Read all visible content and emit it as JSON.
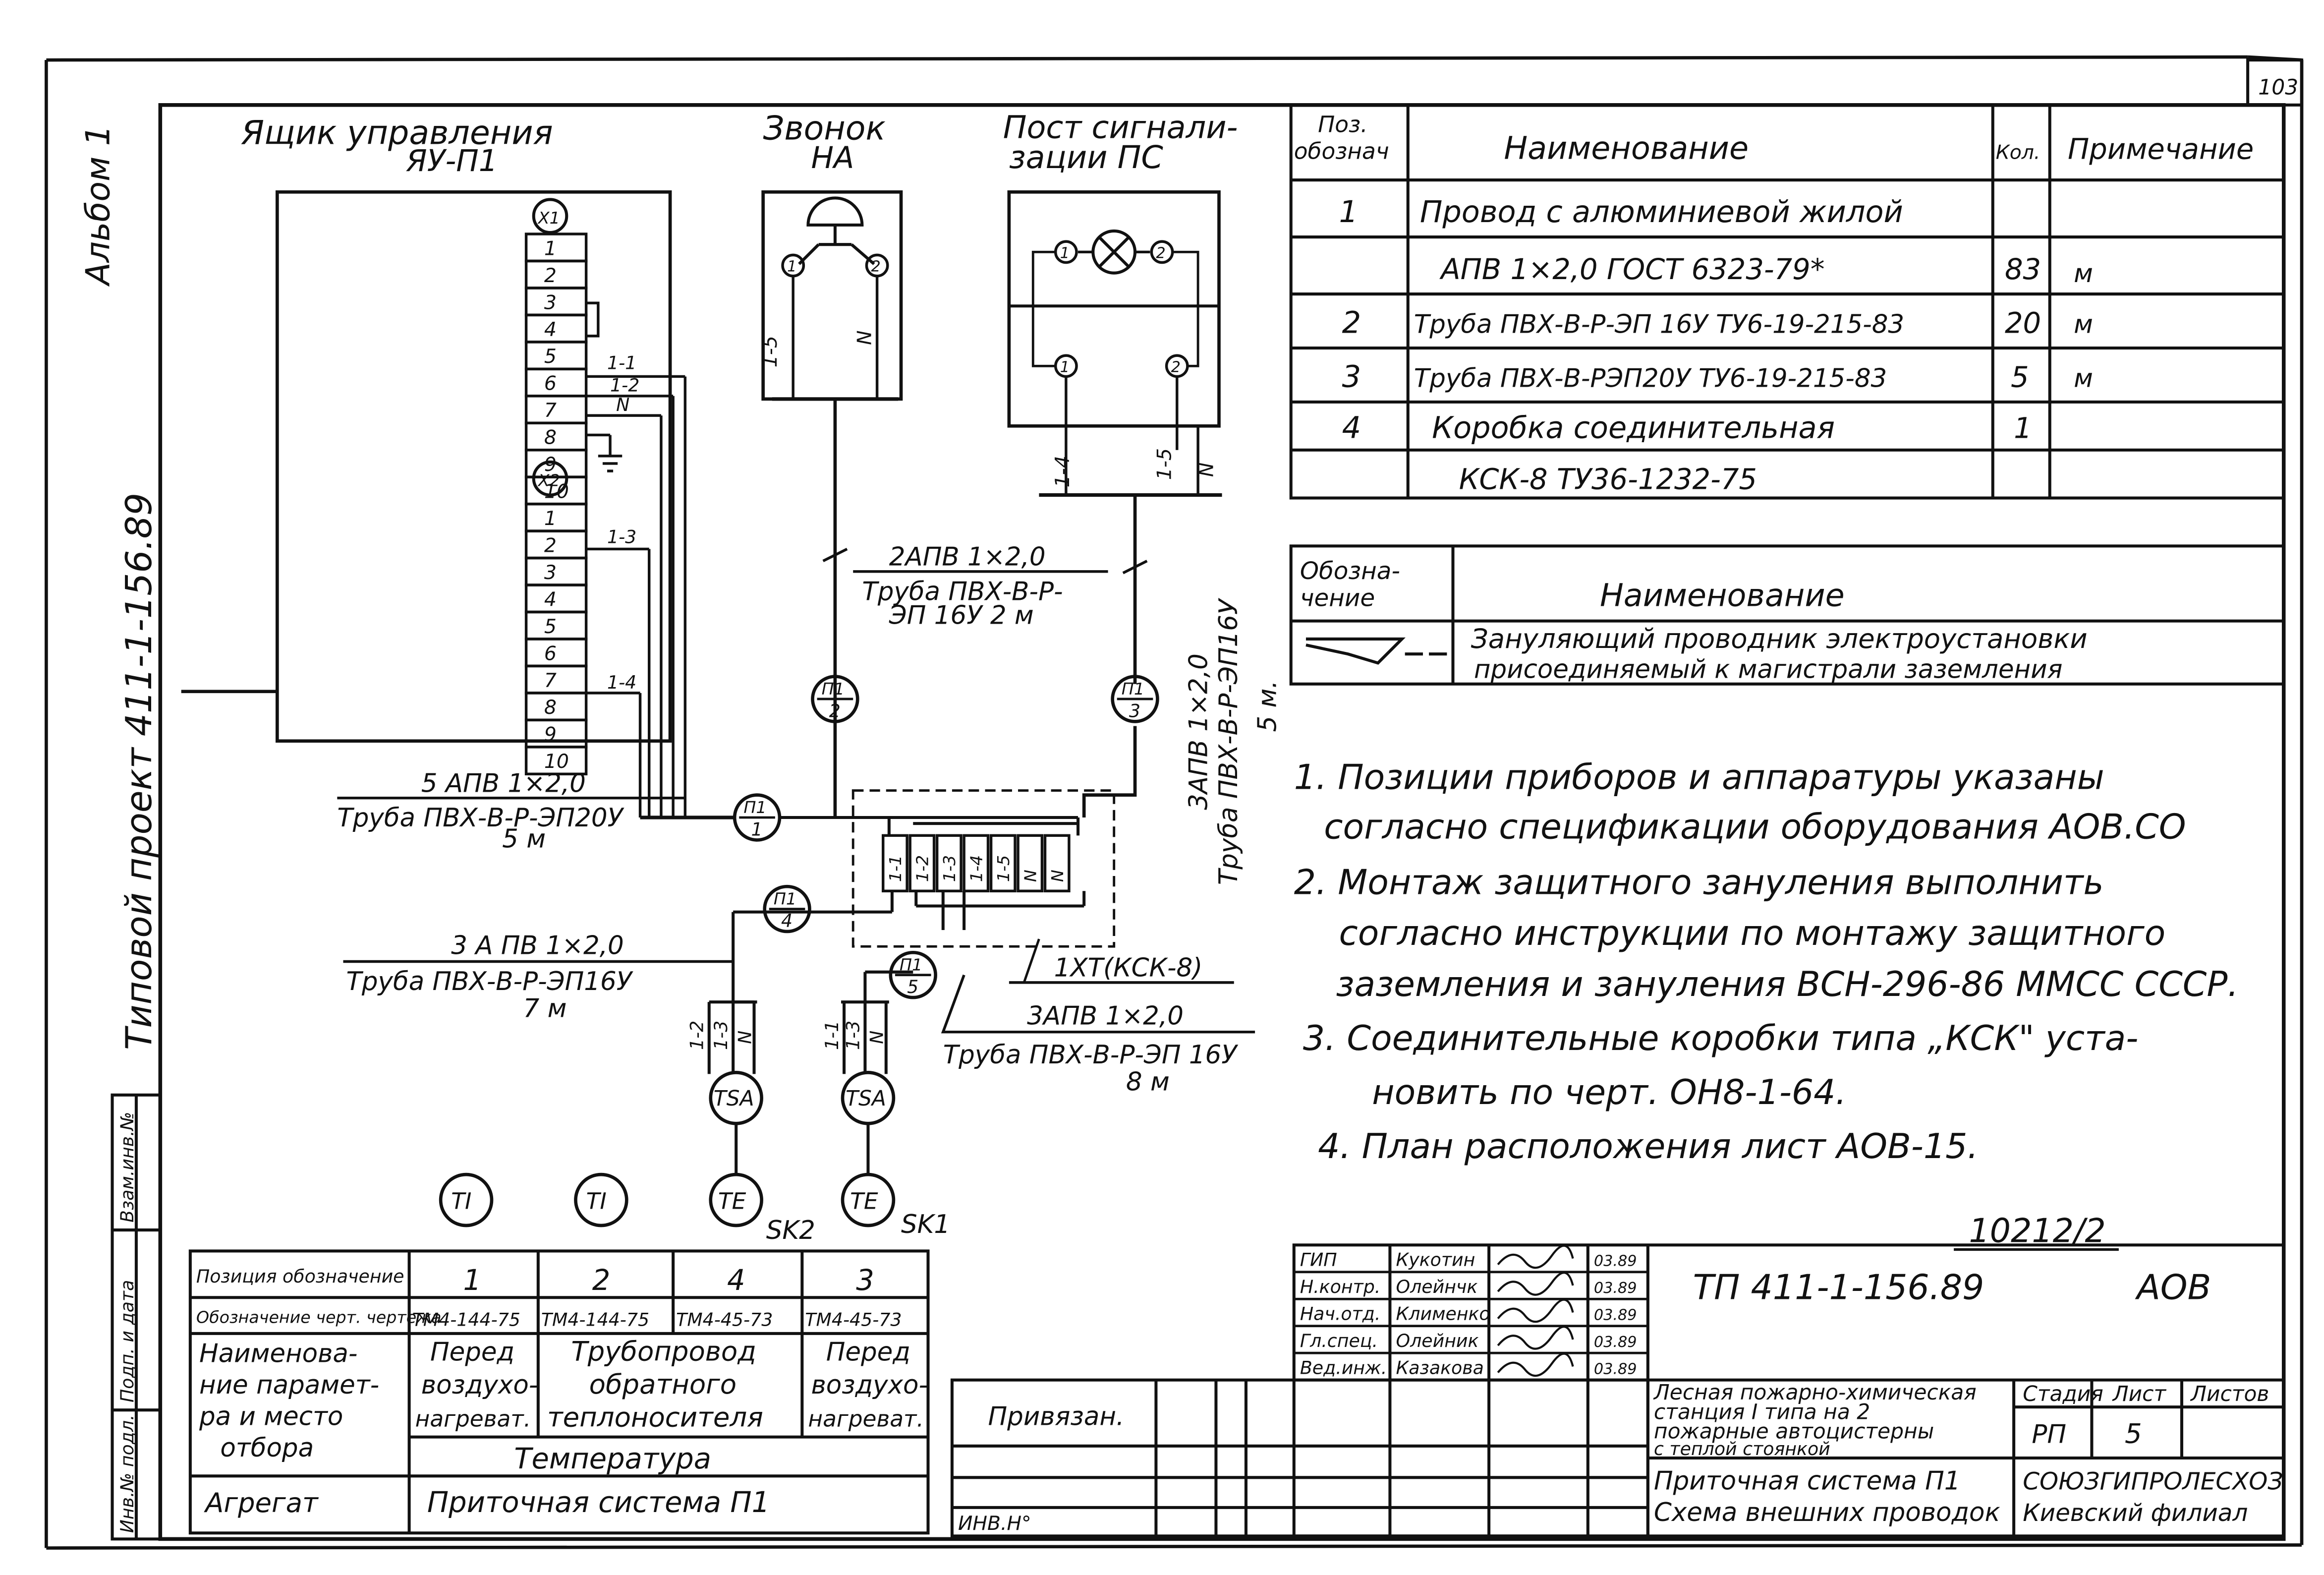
{
  "sheet": {
    "album": "Альбом 1",
    "project": "Типовой проект 411-1-156.89",
    "page_number": "103",
    "inventory_number": "10212/2"
  },
  "side_stamp": {
    "col1": "Взам.инв.№",
    "col2": "Подп. и дата",
    "col3": "Инв.№ подл."
  },
  "devices": {
    "control_box_title": "Ящик управления",
    "control_box_id": "ЯУ-П1",
    "bell_title": "Звонок",
    "bell_id": "НА",
    "signal_post_title_1": "Пост сигнали-",
    "signal_post_title_2": "зации ПС",
    "terminal_x1": "X1",
    "terminal_x2": "X2",
    "x1_terminals": [
      "1",
      "2",
      "3",
      "4",
      "5",
      "6",
      "7",
      "8",
      "9",
      "10"
    ],
    "x2_terminals": [
      "1",
      "2",
      "3",
      "4",
      "5",
      "6",
      "7",
      "8",
      "9",
      "10"
    ],
    "wire_1_2": "1-2",
    "wire_1_1": "1-1",
    "wire_n": "N",
    "wire_1_3": "1-3",
    "wire_1_4": "1-4",
    "wire_1_5": "1-5",
    "wire_l4": "1-4",
    "term_1": "1",
    "term_2": "2",
    "junction_terminals": [
      "1-1",
      "1-2",
      "1-3",
      "1-4",
      "1-5",
      "N",
      "N"
    ],
    "junction_label": "1ХТ(КСК-8)",
    "sensor_tsa": "TSA",
    "sensor_te": "TE",
    "sensor_ti": "TI",
    "sk2": "SK2",
    "sk1": "SK1",
    "conduit_p1_num": "П1",
    "conduits": [
      "1",
      "2",
      "3",
      "4",
      "5"
    ],
    "lead_1_2": "1-2",
    "lead_1_3": "1-3",
    "lead_1_1": "1-1",
    "lead_n": "N"
  },
  "cables": {
    "c2_line1": "2АПВ 1×2,0",
    "c2_line2": "Труба ПВХ-В-Р-",
    "c2_line3": "ЭП 16У  2 м",
    "c3_line1": "3АПВ 1×2,0",
    "c3_line2": "Труба ПВХ-В-Р-ЭП16У",
    "c3_line3": "5 м.",
    "c1_line1": "5 АПВ 1×2,0",
    "c1_line2": "Труба ПВХ-В-Р-ЭП20У",
    "c1_line3": "5 м",
    "c4_line1": "3 А ПВ 1×2,0",
    "c4_line2": "Труба ПВХ-В-Р-ЭП16У",
    "c4_line3": "7 м",
    "c5_line1": "3АПВ 1×2,0",
    "c5_line2": "Труба ПВХ-В-Р-ЭП 16У",
    "c5_line3": "8 м"
  },
  "spec_table": {
    "headers": [
      "Поз. обознач.",
      "Наименование",
      "Кол.",
      "Примечание"
    ],
    "rows": [
      {
        "pos": "1",
        "name": "Провод с алюминиевой жилой",
        "qty": "",
        "note": ""
      },
      {
        "pos": "",
        "name": "АПВ 1×2,0    ГОСТ 6323-79*",
        "qty": "83",
        "note": "м"
      },
      {
        "pos": "2",
        "name": "Труба ПВХ-В-Р-ЭП 16У ТУ6-19-215-83",
        "qty": "20",
        "note": "м"
      },
      {
        "pos": "3",
        "name": "Труба ПВХ-В-РЭП20У ТУ6-19-215-83",
        "qty": "5",
        "note": "м"
      },
      {
        "pos": "4",
        "name": "Коробка соединительная",
        "qty": "1",
        "note": ""
      },
      {
        "pos": "",
        "name": "КСК-8    ТУ36-1232-75",
        "qty": "",
        "note": ""
      }
    ]
  },
  "legend": {
    "header_symbol": "Обозна- чение",
    "header_name": "Наименование",
    "line1": "Зануляющий проводник электроустановки",
    "line2": "присоединяемый к магистрали заземления"
  },
  "notes": [
    "1. Позиции приборов и аппаратуры указаны",
    "согласно спецификации оборудования АОВ.СО",
    "2. Монтаж защитного зануления выполнить",
    "согласно инструкции по монтажу защитного",
    "заземления и зануления ВСН-296-86 ММСС СССР.",
    "3. Соединительные коробки типа „КСК\" уста-",
    "новить по черт. ОН8-1-64.",
    "4. План расположения лист АОВ-15."
  ],
  "point_table": {
    "row1_label": "Позиция обозначение",
    "row2_label": "Обозначение черт. чертежа",
    "row3_label": [
      "Наименова-",
      "ние парамет-",
      "ра и место",
      "отбора"
    ],
    "row5_label": "Агрегат",
    "positions": [
      "1",
      "2",
      "4",
      "3"
    ],
    "drawings": [
      "ТМ4-144-75",
      "ТМ4-144-75",
      "ТМ4-45-73",
      "ТМ4-45-73"
    ],
    "place1": [
      "Перед",
      "воздухо-",
      "нагреват."
    ],
    "place_mid": [
      "Трубопровод",
      "обратного",
      "теплоносителя"
    ],
    "place4": [
      "Перед",
      "воздухо-",
      "нагреват."
    ],
    "parameter": "Температура",
    "unit": "Приточная система П1"
  },
  "attach_block": {
    "label": "Привязан.",
    "inv": "ИНВ.Н°"
  },
  "title_block": {
    "roles": [
      "ГИП",
      "Н.контр.",
      "Нач.отд.",
      "Гл.спец.",
      "Вед.инж."
    ],
    "names": [
      "Кукотин",
      "Олейнчк",
      "Клименко",
      "Олейник",
      "Казакова"
    ],
    "dates": [
      "03.89",
      "03.89",
      "03.89",
      "03.89",
      "03.89"
    ],
    "code": "ТП 411-1-156.89",
    "mark": "АОВ",
    "object_1": "Лесная пожарно-химическая",
    "object_2": "станция I типа на 2",
    "object_3": "пожарные автоцистерны",
    "object_4": "с теплой стоянкой",
    "stage_label": "Стадия",
    "sheet_label": "Лист",
    "sheets_label": "Листов",
    "stage": "РП",
    "sheet": "5",
    "sheets": "",
    "sheet_title_1": "Приточная система П1",
    "sheet_title_2": "Схема внешних проводок",
    "org_1": "СОЮЗГИПРОЛЕСХОЗ",
    "org_2": "Киевский филиал"
  }
}
